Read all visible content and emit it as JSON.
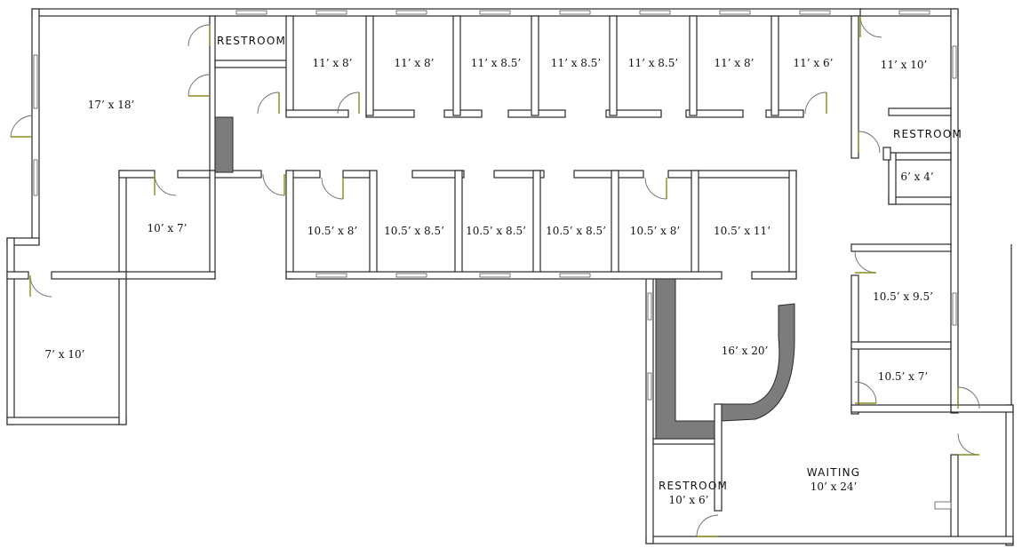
{
  "rooms": {
    "office_nw": {
      "size": "17’ x 18’"
    },
    "restroom_nw": {
      "name": "RESTROOM"
    },
    "exam_n1": {
      "size": "11’ x 8’"
    },
    "exam_n2": {
      "size": "11’ x 8’"
    },
    "exam_n3": {
      "size": "11’ x 8.5’"
    },
    "exam_n4": {
      "size": "11’ x 8.5’"
    },
    "exam_n5": {
      "size": "11’ x 8.5’"
    },
    "exam_n6": {
      "size": "11’ x 8’"
    },
    "exam_n7": {
      "size": "11’ x 6’"
    },
    "office_ne": {
      "size": "11’ x 10’"
    },
    "restroom_ne": {
      "name": "RESTROOM",
      "size": "6’ x 4’"
    },
    "room_w": {
      "size": "10’ x 7’"
    },
    "room_sw": {
      "size": "7’ x 10’"
    },
    "exam_s1": {
      "size": "10.5’ x 8’"
    },
    "exam_s2": {
      "size": "10.5’ x 8.5’"
    },
    "exam_s3": {
      "size": "10.5’ x 8.5’"
    },
    "exam_s4": {
      "size": "10.5’ x 8.5’"
    },
    "exam_s5": {
      "size": "10.5’ x 8’"
    },
    "exam_s6": {
      "size": "10.5’ x 11’"
    },
    "room_e1": {
      "size": "10.5’ x 9.5’"
    },
    "room_e2": {
      "size": "10.5’ x 7’"
    },
    "reception": {
      "size": "16’ x 20’"
    },
    "restroom_s": {
      "name": "RESTROOM",
      "size": "10’ x 6’"
    },
    "waiting": {
      "name": "WAITING",
      "size": "10’ x 24’"
    }
  },
  "colors": {
    "wall": "#2a2a2a",
    "counter": "#7c7c7c",
    "door_leaf": "#8a8a20"
  }
}
